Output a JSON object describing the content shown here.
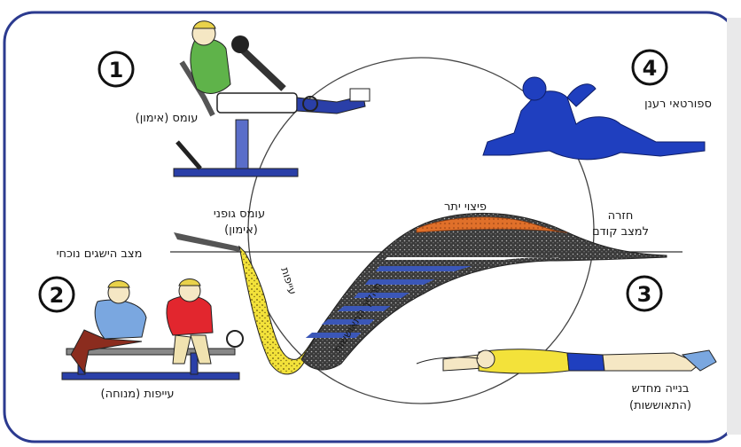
{
  "stages": [
    {
      "number": "1",
      "label": "עומס (אימון)"
    },
    {
      "number": "2",
      "label": "עייפות (מנוחה)"
    },
    {
      "number": "3",
      "label_line1": "בנייה מחדש",
      "label_line2": "(התאוששות)"
    },
    {
      "number": "4",
      "label": "ספורטאי רענן"
    }
  ],
  "curve_labels": {
    "baseline": "מצב הישגים נוכחי",
    "load_line1": "עומס גופני",
    "load_line2": "(אימון)",
    "fatigue": "עייפות",
    "recovery": "תהליך התאוששות",
    "supercompensation": "פיצוי יתר",
    "return_line1": "חזרה",
    "return_line2": "למצב קודם"
  },
  "colors": {
    "frame": "#2b3a8f",
    "fatigue_fill": "#f3e23a",
    "recovery_blue": "#3b57b8",
    "supercomp_orange": "#e0702a",
    "athlete_blue": "#1f3fbf",
    "outline": "#222222"
  }
}
